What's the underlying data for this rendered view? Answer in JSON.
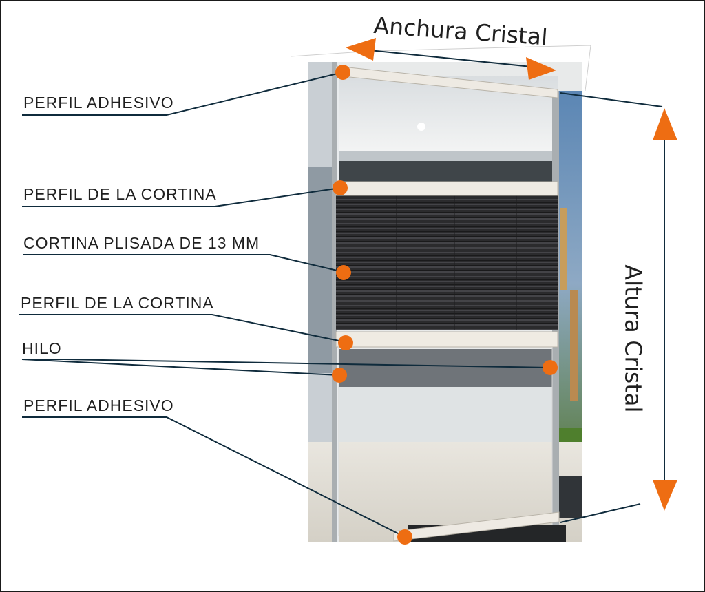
{
  "colors": {
    "accent": "#ee6d12",
    "leader_line": "#0f2b3c",
    "text": "#1f1f1f",
    "curtain": "#2a2a2c",
    "frame": "#ece7dc"
  },
  "dimensions": {
    "width_label": "Anchura Cristal",
    "height_label": "Altura Cristal"
  },
  "labels": [
    {
      "id": "perfil-adhesivo-top",
      "text": "PERFIL ADHESIVO"
    },
    {
      "id": "perfil-cortina-top",
      "text": "PERFIL DE LA CORTINA"
    },
    {
      "id": "cortina-plisada",
      "text": "CORTINA PLISADA DE 13 MM"
    },
    {
      "id": "perfil-cortina-bottom",
      "text": "PERFIL DE LA CORTINA"
    },
    {
      "id": "hilo",
      "text": "HILO"
    },
    {
      "id": "perfil-adhesivo-bottom",
      "text": "PERFIL ADHESIVO"
    }
  ]
}
